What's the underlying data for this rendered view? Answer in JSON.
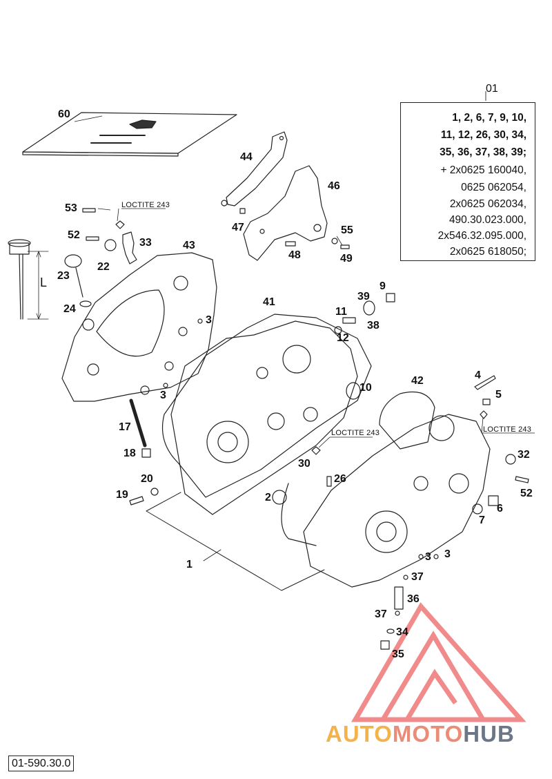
{
  "kit": {
    "title": "01",
    "lines": [
      "1, 2, 6, 7, 9, 10,",
      "11, 12, 26, 30, 34,",
      "35, 36, 37, 38, 39;",
      "+ 2x0625 160040,",
      "0625 062054,",
      "2x0625 062034,",
      "490.30.023.000,",
      "2x546.32.095.000,",
      "2x0625 618050;"
    ]
  },
  "loctite": {
    "top_left": "LOCTITE 243",
    "center": "LOCTITE 243",
    "right": "LOCTITE 243"
  },
  "dipstick_dimension": "L",
  "reference_code": "01-590.30.0",
  "watermark": {
    "part1": "AUTO",
    "part2": "MOTO",
    "part3": "HUB"
  },
  "colors": {
    "watermark_triangle": "#f07f7f",
    "watermark_auto": "#f4b24a",
    "watermark_moto": "#ea8c78",
    "watermark_hub": "#6b7786"
  },
  "callouts": {
    "c60": "60",
    "c44": "44",
    "c46": "46",
    "c47": "47",
    "c55": "55",
    "c48": "48",
    "c49": "49",
    "c53": "53",
    "c52a": "52",
    "c33": "33",
    "c43": "43",
    "c22": "22",
    "c23": "23",
    "c24": "24",
    "c3a": "3",
    "c41": "41",
    "c11": "11",
    "c39": "39",
    "c9": "9",
    "c38": "38",
    "c12": "12",
    "c3b": "3",
    "c10": "10",
    "c42": "42",
    "c4": "4",
    "c5": "5",
    "c17": "17",
    "c18": "18",
    "c30": "30",
    "c32": "32",
    "c20": "20",
    "c26": "26",
    "c19": "19",
    "c2": "2",
    "c52b": "52",
    "c6": "6",
    "c7": "7",
    "c1": "1",
    "c3c": "3",
    "c3d": "3",
    "c37a": "37",
    "c36": "36",
    "c37b": "37",
    "c34": "34",
    "c35": "35"
  }
}
